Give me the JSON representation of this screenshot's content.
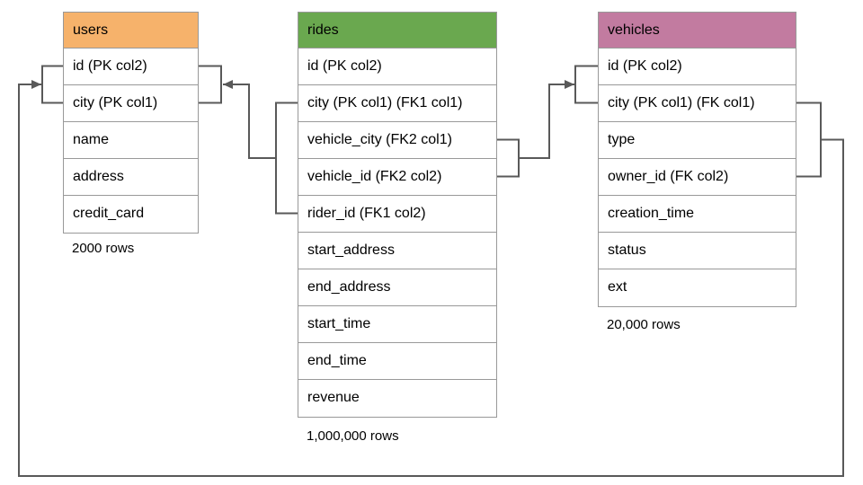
{
  "diagram": {
    "type": "entity-relationship-schema",
    "colors": {
      "users_header": "#F6B26B",
      "rides_header": "#6AA84F",
      "vehicles_header": "#C27BA0",
      "table_border": "#999999",
      "relationship_line": "#595959",
      "text": "#000000",
      "background": "#FFFFFF"
    },
    "tables": [
      {
        "name": "users",
        "header_color": "#F6B26B",
        "columns": [
          "id (PK col2)",
          "city (PK col1)",
          "name",
          "address",
          "credit_card"
        ],
        "row_count_label": "2000 rows"
      },
      {
        "name": "rides",
        "header_color": "#6AA84F",
        "columns": [
          "id (PK col2)",
          "city (PK col1) (FK1 col1)",
          "vehicle_city (FK2 col1)",
          "vehicle_id (FK2 col2)",
          "rider_id (FK1 col2)",
          "start_address",
          "end_address",
          "start_time",
          "end_time",
          "revenue"
        ],
        "row_count_label": "1,000,000 rows"
      },
      {
        "name": "vehicles",
        "header_color": "#C27BA0",
        "columns": [
          "id (PK col2)",
          "city (PK col1) (FK col1)",
          "type",
          "owner_id (FK col2)",
          "creation_time",
          "status",
          "ext"
        ],
        "row_count_label": "20,000 rows"
      }
    ],
    "relationships": [
      {
        "name": "FK1",
        "from_table": "rides",
        "from_columns": [
          "city (FK1 col1)",
          "rider_id (FK1 col2)"
        ],
        "to_table": "users",
        "to_columns": [
          "id (PK col2)",
          "city (PK col1)"
        ]
      },
      {
        "name": "FK2",
        "from_table": "rides",
        "from_columns": [
          "vehicle_city (FK2 col1)",
          "vehicle_id (FK2 col2)"
        ],
        "to_table": "vehicles",
        "to_columns": [
          "id (PK col2)",
          "city (PK col1)"
        ]
      },
      {
        "name": "FK",
        "from_table": "vehicles",
        "from_columns": [
          "city (FK col1)",
          "owner_id (FK col2)"
        ],
        "to_table": "users",
        "to_columns": [
          "id (PK col2)",
          "city (PK col1)"
        ]
      }
    ]
  }
}
